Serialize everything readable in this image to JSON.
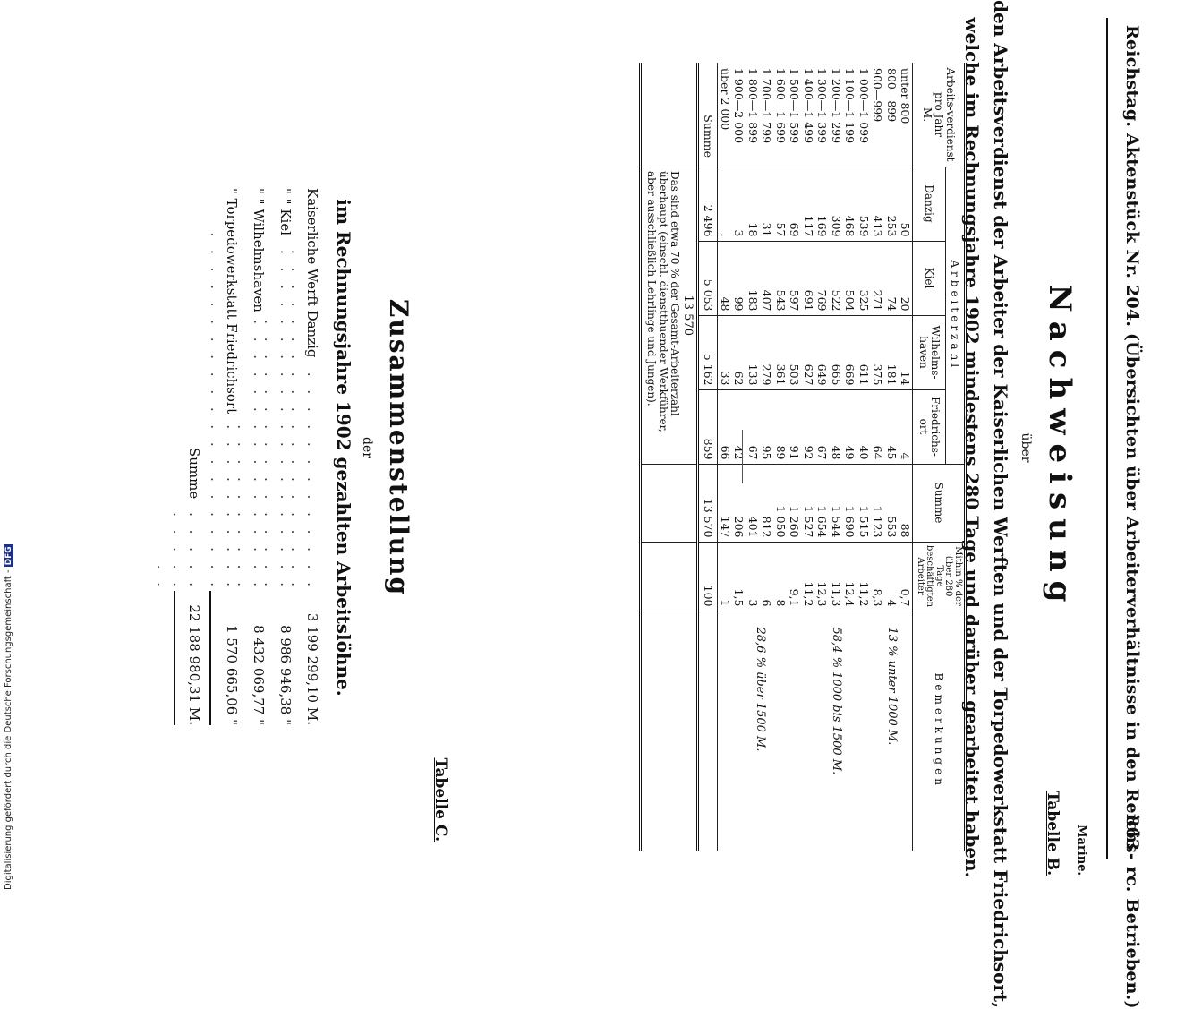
{
  "header": {
    "text": "Reichstag. Aktenstück Nr. 204. (Übersichten über Arbeiterverhältnisse in den Reichs- rc. Betrieben.)",
    "page_number": "863",
    "section": "Marine.",
    "table_label": "Tabelle B."
  },
  "title": {
    "main": "Nachweisung",
    "ueber": "über",
    "line1": "den Arbeitsverdienst der Arbeiter der Kaiserlichen Werften und der Torpedowerkstatt Friedrichsort,",
    "line2": "welche im Rechnungsjahre 1902 mindestens 280 Tage und darüber gearbeitet haben."
  },
  "table": {
    "col_headers": {
      "earnings": "Arbeits-verdienst pro Jahr",
      "earnings_unit": "M.",
      "group": "Arbeiterzahl",
      "danzig": "Danzig",
      "kiel": "Kiel",
      "wilhelmshaven": "Wilhelms-haven",
      "friedrichsort": "Friedrichs-ort",
      "summe": "Summe",
      "percent": "Mithin % der über 280 Tage beschäftigten Arbeiter",
      "remarks": "Bemerkungen"
    },
    "rows": [
      {
        "range": "unter 800",
        "danzig": "50",
        "kiel": "20",
        "wilhelmshaven": "14",
        "friedrichsort": "4",
        "summe": "88",
        "percent": "0,7"
      },
      {
        "range": "800—899",
        "danzig": "253",
        "kiel": "74",
        "wilhelmshaven": "181",
        "friedrichsort": "45",
        "summe": "553",
        "percent": "4"
      },
      {
        "range": "900—999",
        "danzig": "413",
        "kiel": "271",
        "wilhelmshaven": "375",
        "friedrichsort": "64",
        "summe": "1 123",
        "percent": "8,3"
      },
      {
        "range": "1 000—1 099",
        "danzig": "539",
        "kiel": "325",
        "wilhelmshaven": "611",
        "friedrichsort": "40",
        "summe": "1 515",
        "percent": "11,2"
      },
      {
        "range": "1 100—1 199",
        "danzig": "468",
        "kiel": "504",
        "wilhelmshaven": "669",
        "friedrichsort": "49",
        "summe": "1 690",
        "percent": "12,4"
      },
      {
        "range": "1 200—1 299",
        "danzig": "309",
        "kiel": "522",
        "wilhelmshaven": "665",
        "friedrichsort": "48",
        "summe": "1 544",
        "percent": "11,3"
      },
      {
        "range": "1 300—1 399",
        "danzig": "169",
        "kiel": "769",
        "wilhelmshaven": "649",
        "friedrichsort": "67",
        "summe": "1 654",
        "percent": "12,3"
      },
      {
        "range": "1 400—1 499",
        "danzig": "117",
        "kiel": "691",
        "wilhelmshaven": "627",
        "friedrichsort": "92",
        "summe": "1 527",
        "percent": "11,2"
      },
      {
        "range": "1 500—1 599",
        "danzig": "69",
        "kiel": "597",
        "wilhelmshaven": "503",
        "friedrichsort": "91",
        "summe": "1 260",
        "percent": "9,1"
      },
      {
        "range": "1 600—1 699",
        "danzig": "57",
        "kiel": "543",
        "wilhelmshaven": "361",
        "friedrichsort": "89",
        "summe": "1 050",
        "percent": "8"
      },
      {
        "range": "1 700—1 799",
        "danzig": "31",
        "kiel": "407",
        "wilhelmshaven": "279",
        "friedrichsort": "95",
        "summe": "812",
        "percent": "6"
      },
      {
        "range": "1 800—1 899",
        "danzig": "18",
        "kiel": "183",
        "wilhelmshaven": "133",
        "friedrichsort": "67",
        "summe": "401",
        "percent": "3"
      },
      {
        "range": "1 900—2 000",
        "danzig": "3",
        "kiel": "99",
        "wilhelmshaven": "62",
        "friedrichsort": "42",
        "summe": "206",
        "percent": "1,5"
      },
      {
        "range": "über 2 000",
        "danzig": ".",
        "kiel": "48",
        "wilhelmshaven": "33",
        "friedrichsort": "66",
        "summe": "147",
        "percent": "1"
      }
    ],
    "remarks": {
      "group1": "13 % unter 1000 M.",
      "group2": "58,4 % 1000 bis 1500 M.",
      "group3": "28,6 % über 1500 M."
    },
    "totals": {
      "label": "Summe",
      "danzig": "2 496",
      "kiel": "5 053",
      "wilhelmshaven": "5 162",
      "friedrichsort": "859",
      "summe": "13 570",
      "percent": "100",
      "grand_total": "13 570"
    },
    "note": "Das sind etwa 70 % der Gesamt-Arbeiterzahl überhaupt (einschl. dienstthuender Werkführer, aber ausschließlich Lehrlinge und Jungen)."
  },
  "tabelle_c": {
    "label": "Tabelle C.",
    "title": "Zusammenstellung",
    "der": "der",
    "subtitle": "im Rechnungsjahre 1902 gezahlten Arbeitslöhne.",
    "rows": [
      {
        "name": "Kaiserliche Werft Danzig",
        "value": "3 199 299,10 M."
      },
      {
        "name": "\" \" Kiel",
        "value": "8 986 946,38 \""
      },
      {
        "name": "\" \" Wilhelmshaven",
        "value": "8 432 069,77 \""
      },
      {
        "name": "\" Torpedowerkstatt Friedrichsort",
        "value": "1 570 665,06 \""
      }
    ],
    "sum_label": "Summe",
    "sum_value": "22 188 980,31 M."
  },
  "footer": {
    "credit": "Digitalisierung gefördert durch die Deutsche Forschungsgemeinschaft -",
    "logo": "DFG"
  }
}
